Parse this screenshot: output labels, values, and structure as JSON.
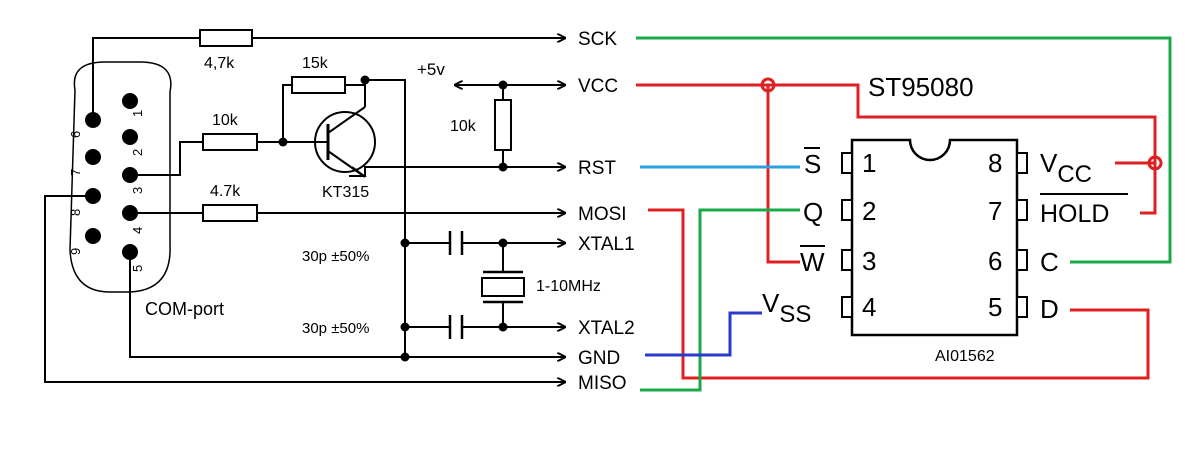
{
  "com_port": {
    "label": "COM-port",
    "pins": [
      "1",
      "2",
      "3",
      "4",
      "5",
      "6",
      "7",
      "8",
      "9"
    ]
  },
  "components": {
    "r1": "4,7k",
    "r2": "10k",
    "r3": "15k",
    "r4": "4.7k",
    "r5": "10k",
    "transistor": "KT315",
    "c1": "30p ±50%",
    "c2": "30p ±50%",
    "crystal": "1-10MHz",
    "supply": "+5v"
  },
  "programmer_signals": {
    "sck": "SCK",
    "vcc": "VCC",
    "rst": "RST",
    "mosi": "MOSI",
    "xtal1": "XTAL1",
    "xtal2": "XTAL2",
    "gnd": "GND",
    "miso": "MISO"
  },
  "chip": {
    "name": "ST95080",
    "package_code": "AI01562",
    "left_pins": [
      {
        "num": "1",
        "label": "S"
      },
      {
        "num": "2",
        "label": "Q"
      },
      {
        "num": "3",
        "label": "W"
      },
      {
        "num": "4",
        "label": "V",
        "sub": "SS"
      }
    ],
    "right_pins": [
      {
        "num": "8",
        "label": "V",
        "sub": "CC"
      },
      {
        "num": "7",
        "label": "HOLD"
      },
      {
        "num": "6",
        "label": "C"
      },
      {
        "num": "5",
        "label": "D"
      }
    ]
  },
  "wire_colors": {
    "schematic": "#000000",
    "sck": "#1aa84a",
    "vcc": "#e02020",
    "rst": "#2aa0e0",
    "gnd": "#2a3acf",
    "miso": "#1aa84a",
    "mosi": "#e02020"
  }
}
